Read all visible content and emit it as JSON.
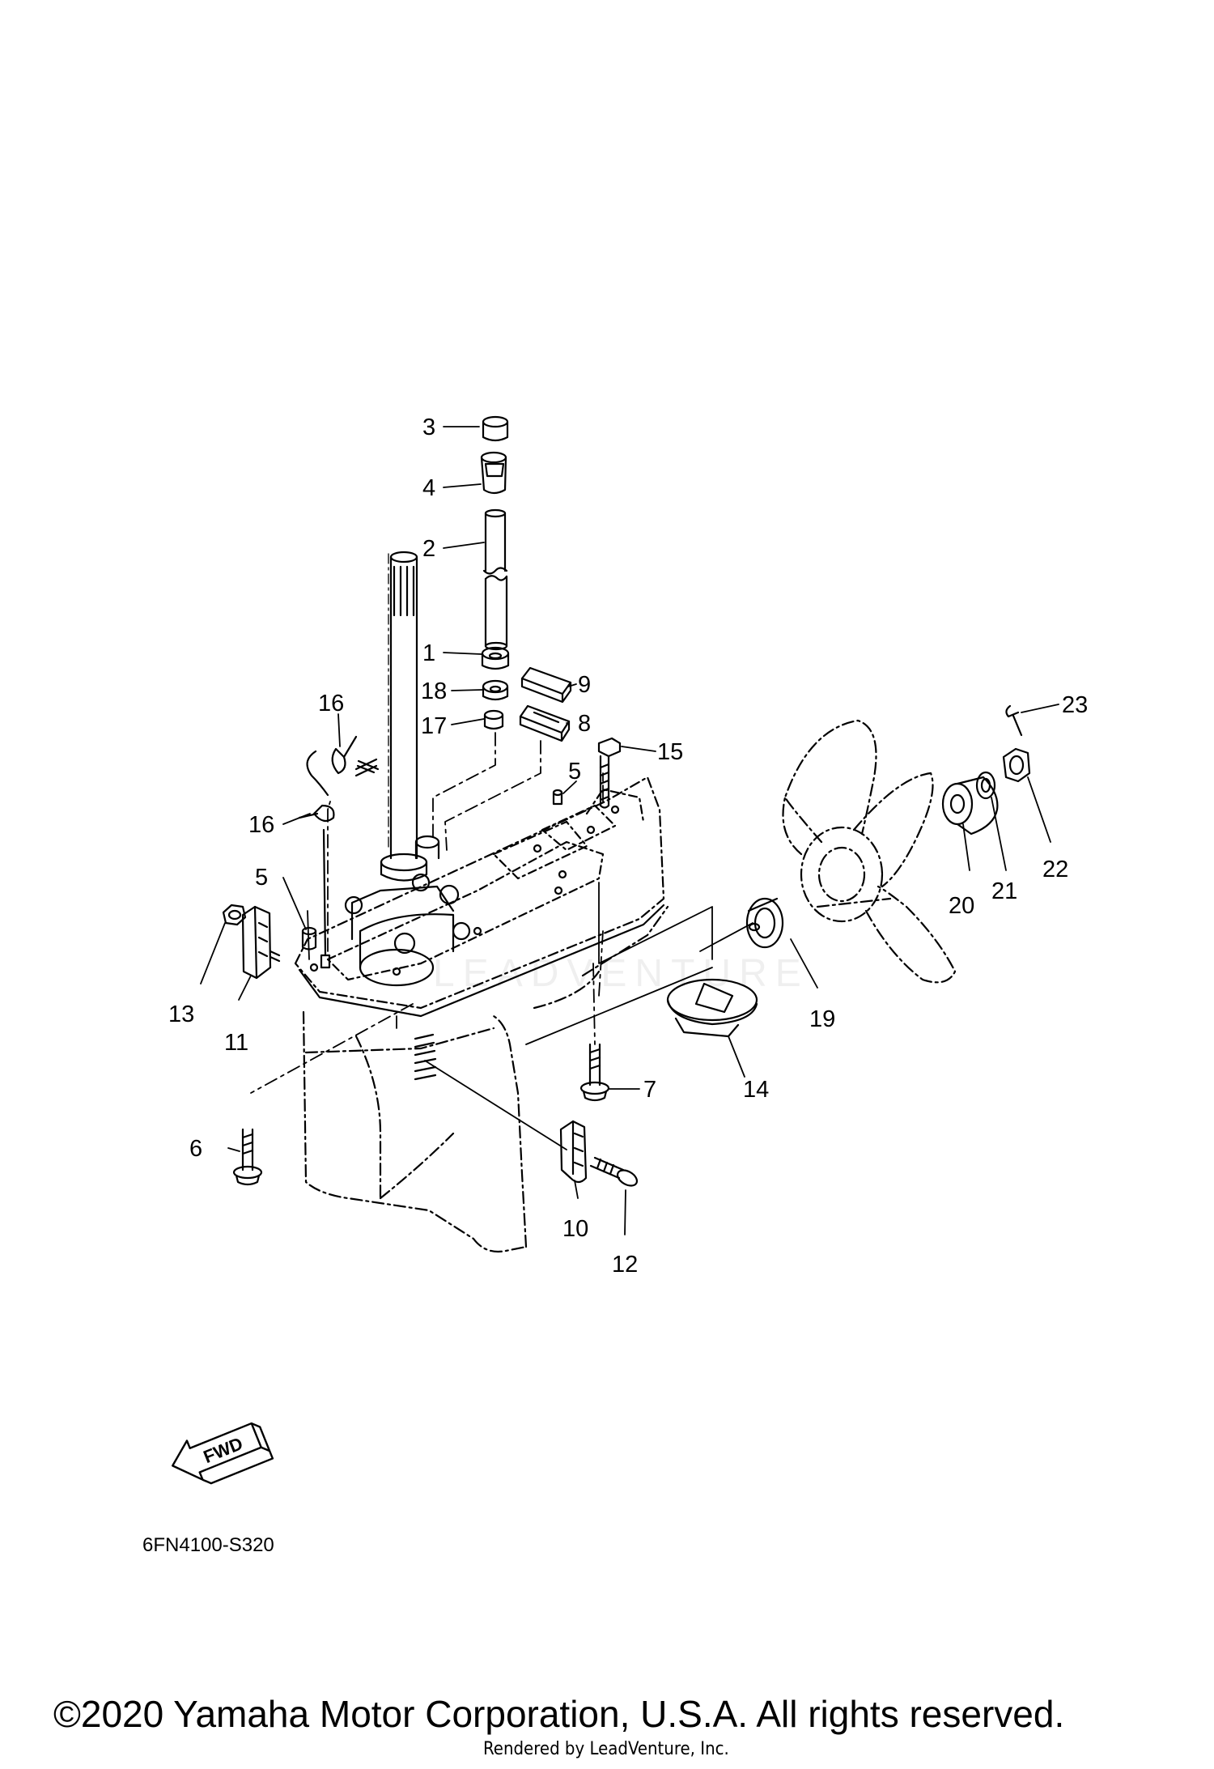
{
  "diagram": {
    "parts": [
      {
        "num": "1"
      },
      {
        "num": "2"
      },
      {
        "num": "3"
      },
      {
        "num": "4"
      },
      {
        "num": "5"
      },
      {
        "num": "5"
      },
      {
        "num": "6"
      },
      {
        "num": "7"
      },
      {
        "num": "8"
      },
      {
        "num": "9"
      },
      {
        "num": "10"
      },
      {
        "num": "11"
      },
      {
        "num": "12"
      },
      {
        "num": "13"
      },
      {
        "num": "14"
      },
      {
        "num": "15"
      },
      {
        "num": "16"
      },
      {
        "num": "16"
      },
      {
        "num": "17"
      },
      {
        "num": "18"
      },
      {
        "num": "19"
      },
      {
        "num": "20"
      },
      {
        "num": "21"
      },
      {
        "num": "22"
      },
      {
        "num": "23"
      }
    ],
    "fwd_label": "FWD",
    "watermark": "LEADVENTURE",
    "diagram_code": "6FN4100-S320"
  },
  "footer": {
    "copyright": "©2020 Yamaha Motor Corporation, U.S.A. All rights reserved.",
    "rendered_by": "Rendered by LeadVenture, Inc."
  }
}
